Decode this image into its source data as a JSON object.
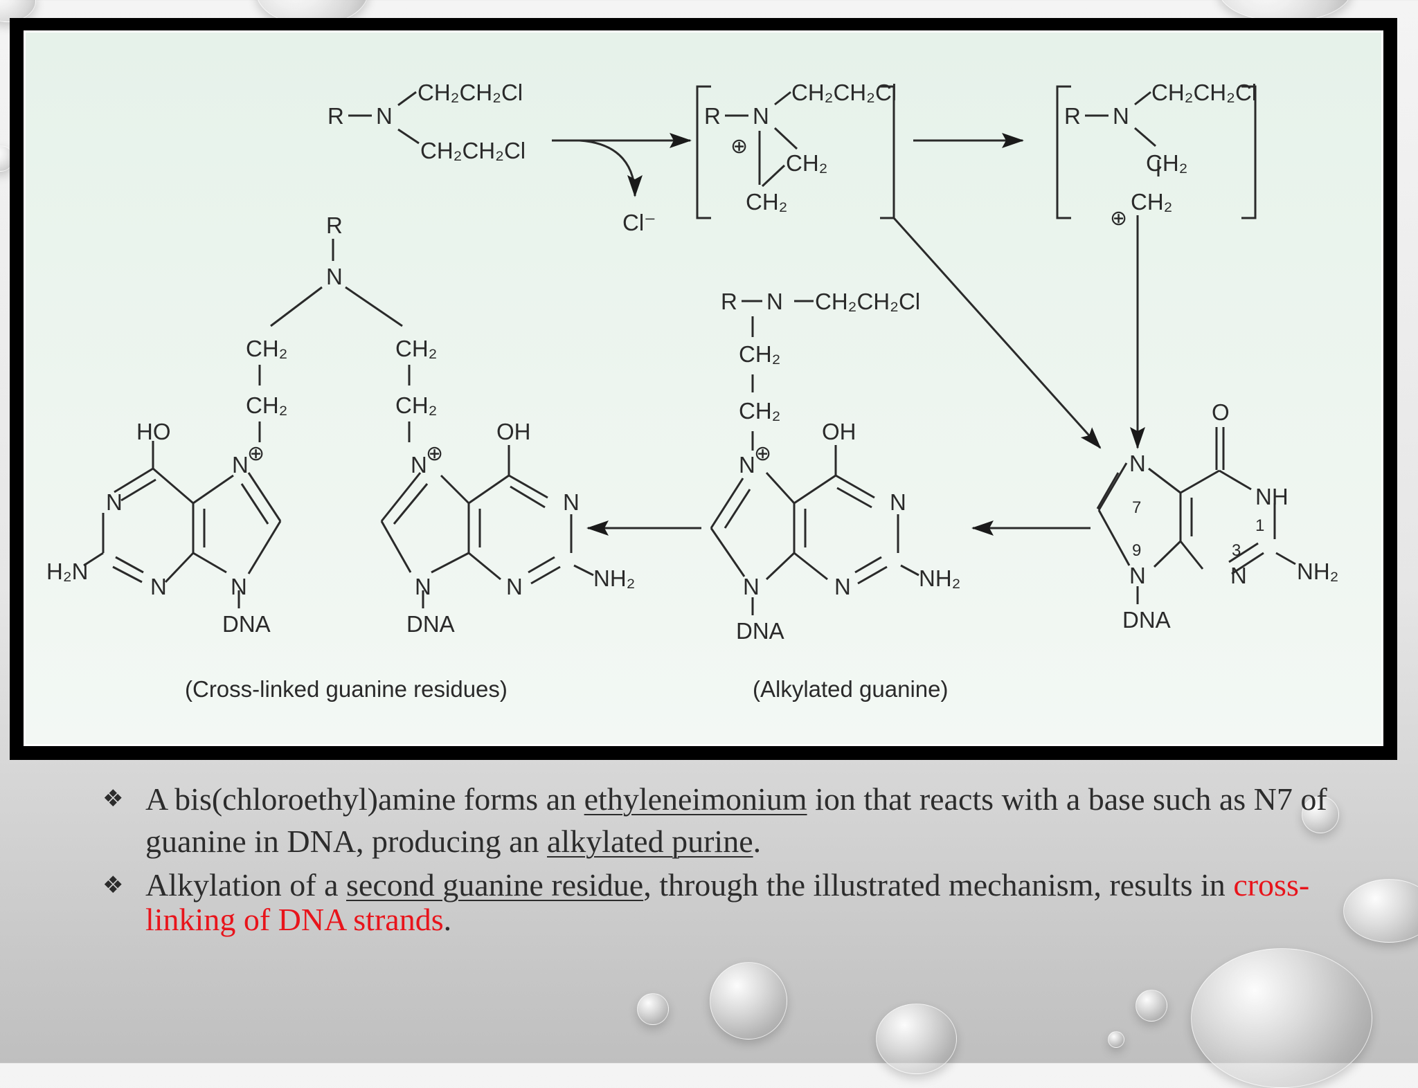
{
  "diagram": {
    "reagent": {
      "R": "R",
      "N": "N",
      "arm_top": "CH₂CH₂Cl",
      "arm_bottom": "CH₂CH₂Cl",
      "leaving": "Cl⁻"
    },
    "aziridinium": {
      "R": "R",
      "N": "N",
      "arm_top": "CH₂CH₂Cl",
      "ch2_a": "CH₂",
      "ch2_b": "CH₂",
      "charge": "⊕"
    },
    "carbocation": {
      "R": "R",
      "N": "N",
      "arm_top": "CH₂CH₂Cl",
      "ch2_a": "CH₂",
      "ch2_b": "CH₂",
      "charge": "⊕"
    },
    "guanine": {
      "N7": "N",
      "n7_num": "7",
      "N9": "N",
      "n9_num": "9",
      "O": "O",
      "NH": "NH",
      "n1_num": "1",
      "N3": "N",
      "n3_num": "3",
      "NH2": "NH₂",
      "DNA": "DNA"
    },
    "alkylated": {
      "R": "R",
      "N": "N",
      "arm": "CH₂CH₂Cl",
      "ch2_a": "CH₂",
      "ch2_b": "CH₂",
      "N7": "N",
      "charge": "⊕",
      "OH": "OH",
      "N1": "N",
      "N3": "N",
      "N9": "N",
      "NH2": "NH₂",
      "DNA": "DNA",
      "caption": "(Alkylated guanine)"
    },
    "crosslinked": {
      "R": "R",
      "N": "N",
      "left_ch2_a": "CH₂",
      "left_ch2_b": "CH₂",
      "right_ch2_a": "CH₂",
      "right_ch2_b": "CH₂",
      "left": {
        "HO": "HO",
        "N7": "N",
        "charge": "⊕",
        "N1": "N",
        "N3": "N",
        "N9": "N",
        "H2N": "H₂N",
        "DNA": "DNA"
      },
      "right": {
        "OH": "OH",
        "N7": "N",
        "charge": "⊕",
        "N1": "N",
        "N3": "N",
        "N9": "N",
        "NH2": "NH₂",
        "DNA": "DNA"
      },
      "caption": "(Cross-linked guanine residues)"
    }
  },
  "bullets": [
    {
      "mark": "❖",
      "p1": "A bis(chloroethyl)amine forms an ",
      "u1": "ethyleneimonium",
      "p2": " ion that reacts with a base such as N7 of guanine in DNA, producing an ",
      "u2": "alkylated purine",
      "p3": "."
    },
    {
      "mark": "❖",
      "p1": " Alkylation of a ",
      "u1": "second guanine residue",
      "p2": ", through the illustrated mechanism, results in ",
      "red": "cross-linking of DNA strands",
      "p3": "."
    }
  ],
  "colors": {
    "accent_red": "#e8141b",
    "text": "#2c2c2c"
  }
}
